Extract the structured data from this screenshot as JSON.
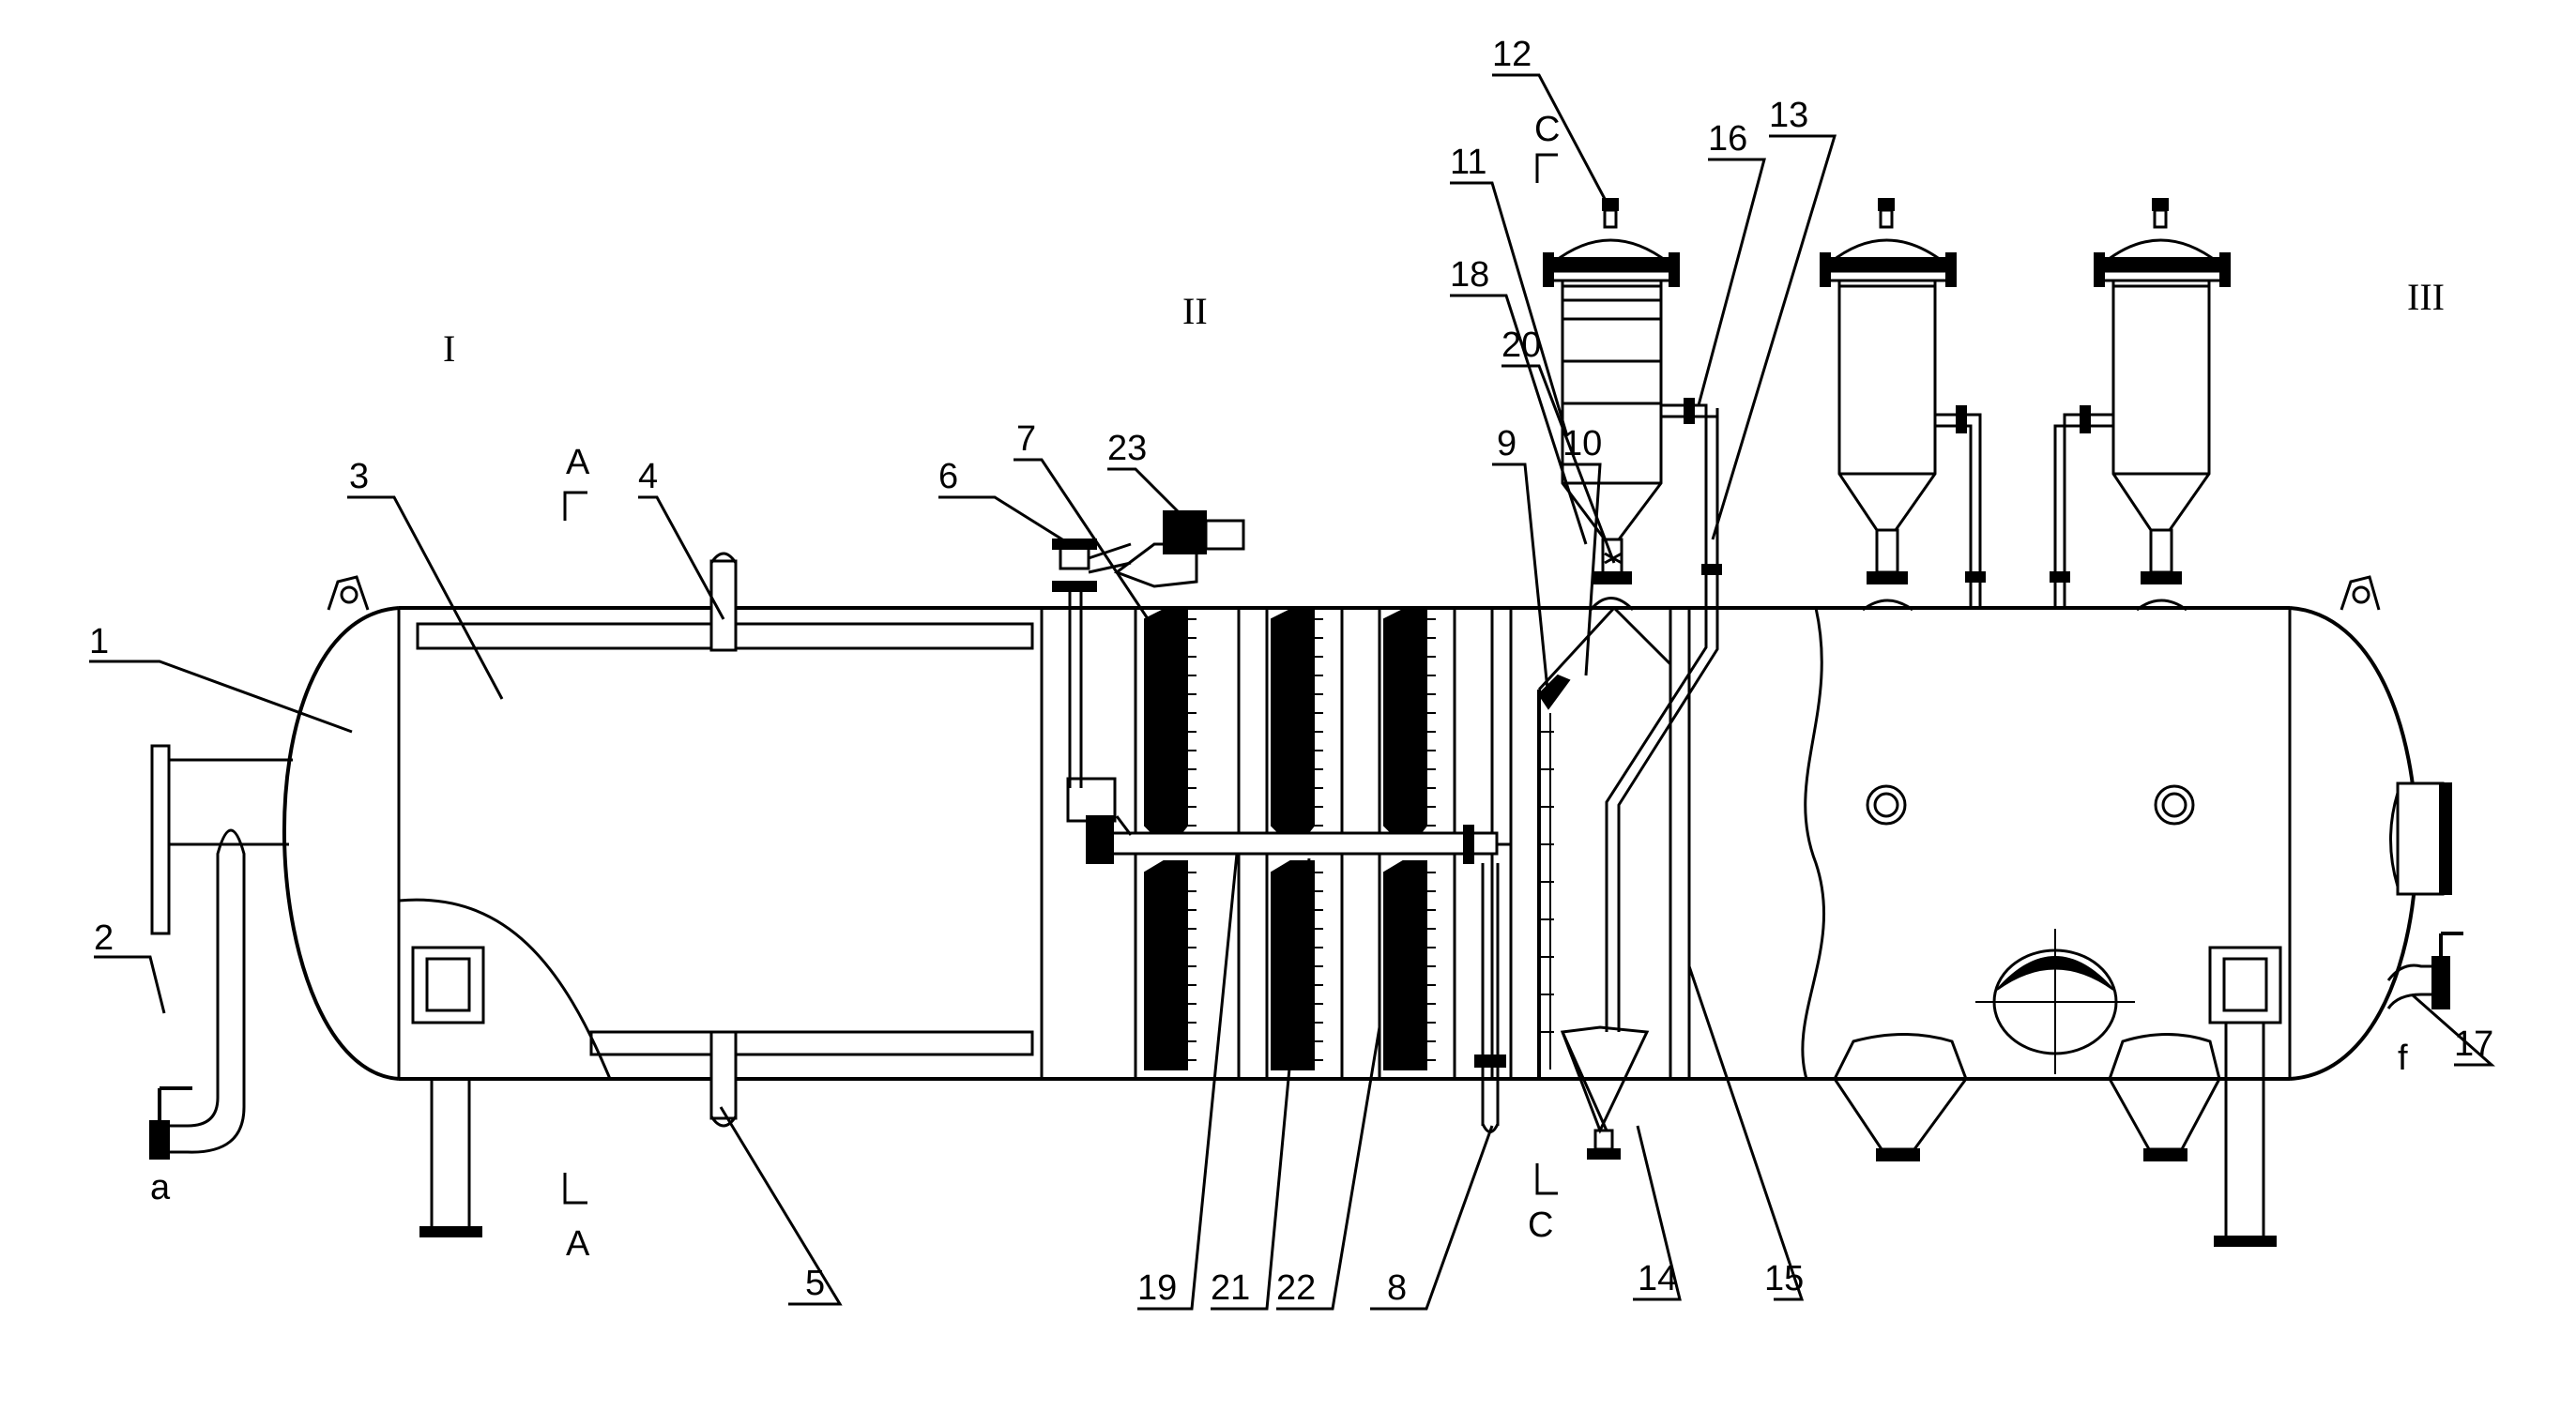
{
  "callouts": [
    {
      "id": "c1",
      "text": "1"
    },
    {
      "id": "c2",
      "text": "2"
    },
    {
      "id": "c3",
      "text": "3"
    },
    {
      "id": "c4",
      "text": "4"
    },
    {
      "id": "c5",
      "text": "5"
    },
    {
      "id": "c6",
      "text": "6"
    },
    {
      "id": "c7",
      "text": "7"
    },
    {
      "id": "c8",
      "text": "8"
    },
    {
      "id": "c9",
      "text": "9"
    },
    {
      "id": "c10",
      "text": "10"
    },
    {
      "id": "c11",
      "text": "11"
    },
    {
      "id": "c12",
      "text": "12"
    },
    {
      "id": "c13",
      "text": "13"
    },
    {
      "id": "c14",
      "text": "14"
    },
    {
      "id": "c15",
      "text": "15"
    },
    {
      "id": "c16",
      "text": "16"
    },
    {
      "id": "c17",
      "text": "17"
    },
    {
      "id": "c18",
      "text": "18"
    },
    {
      "id": "c19",
      "text": "19"
    },
    {
      "id": "c20",
      "text": "20"
    },
    {
      "id": "c21",
      "text": "21"
    },
    {
      "id": "c22",
      "text": "22"
    },
    {
      "id": "c23",
      "text": "23"
    }
  ],
  "zones": {
    "zone1": "I",
    "zone2": "II",
    "zone3": "III"
  },
  "sections": {
    "a_top": "A",
    "a_bottom": "A",
    "c_top": "C",
    "c_bottom": "C"
  },
  "ports": {
    "inlet": "a",
    "outlet": "f"
  }
}
